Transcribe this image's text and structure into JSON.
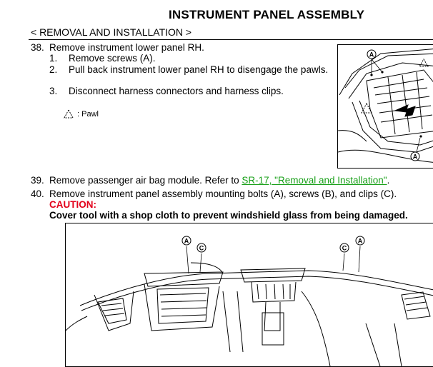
{
  "header": {
    "title": "INSTRUMENT PANEL ASSEMBLY",
    "section": "< REMOVAL AND INSTALLATION >"
  },
  "steps": [
    {
      "num": "38.",
      "text": "Remove instrument lower panel RH.",
      "substeps": [
        {
          "num": "1.",
          "text": "Remove screws (A)."
        },
        {
          "num": "2.",
          "text": "Pull back instrument lower panel RH to disengage the pawls."
        },
        {
          "num": "3.",
          "text": "Disconnect harness connectors and harness clips."
        }
      ]
    },
    {
      "num": "39.",
      "text_before": "Remove passenger air bag module. Refer to ",
      "link": "SR-17, \"Removal and Installation\"",
      "text_after": "."
    },
    {
      "num": "40.",
      "text": "Remove instrument panel assembly mounting bolts (A), screws (B), and clips (C)."
    }
  ],
  "legend": {
    "label": ": Pawl"
  },
  "caution": {
    "label": "CAUTION:",
    "text": "Cover tool with a shop cloth to prevent windshield glass from being damaged."
  },
  "figure1": {
    "callouts": [
      "A",
      "A"
    ]
  },
  "figure2": {
    "callouts": [
      "A",
      "C",
      "C",
      "A"
    ]
  },
  "colors": {
    "link": "#19a019",
    "caution": "#e2001a"
  }
}
